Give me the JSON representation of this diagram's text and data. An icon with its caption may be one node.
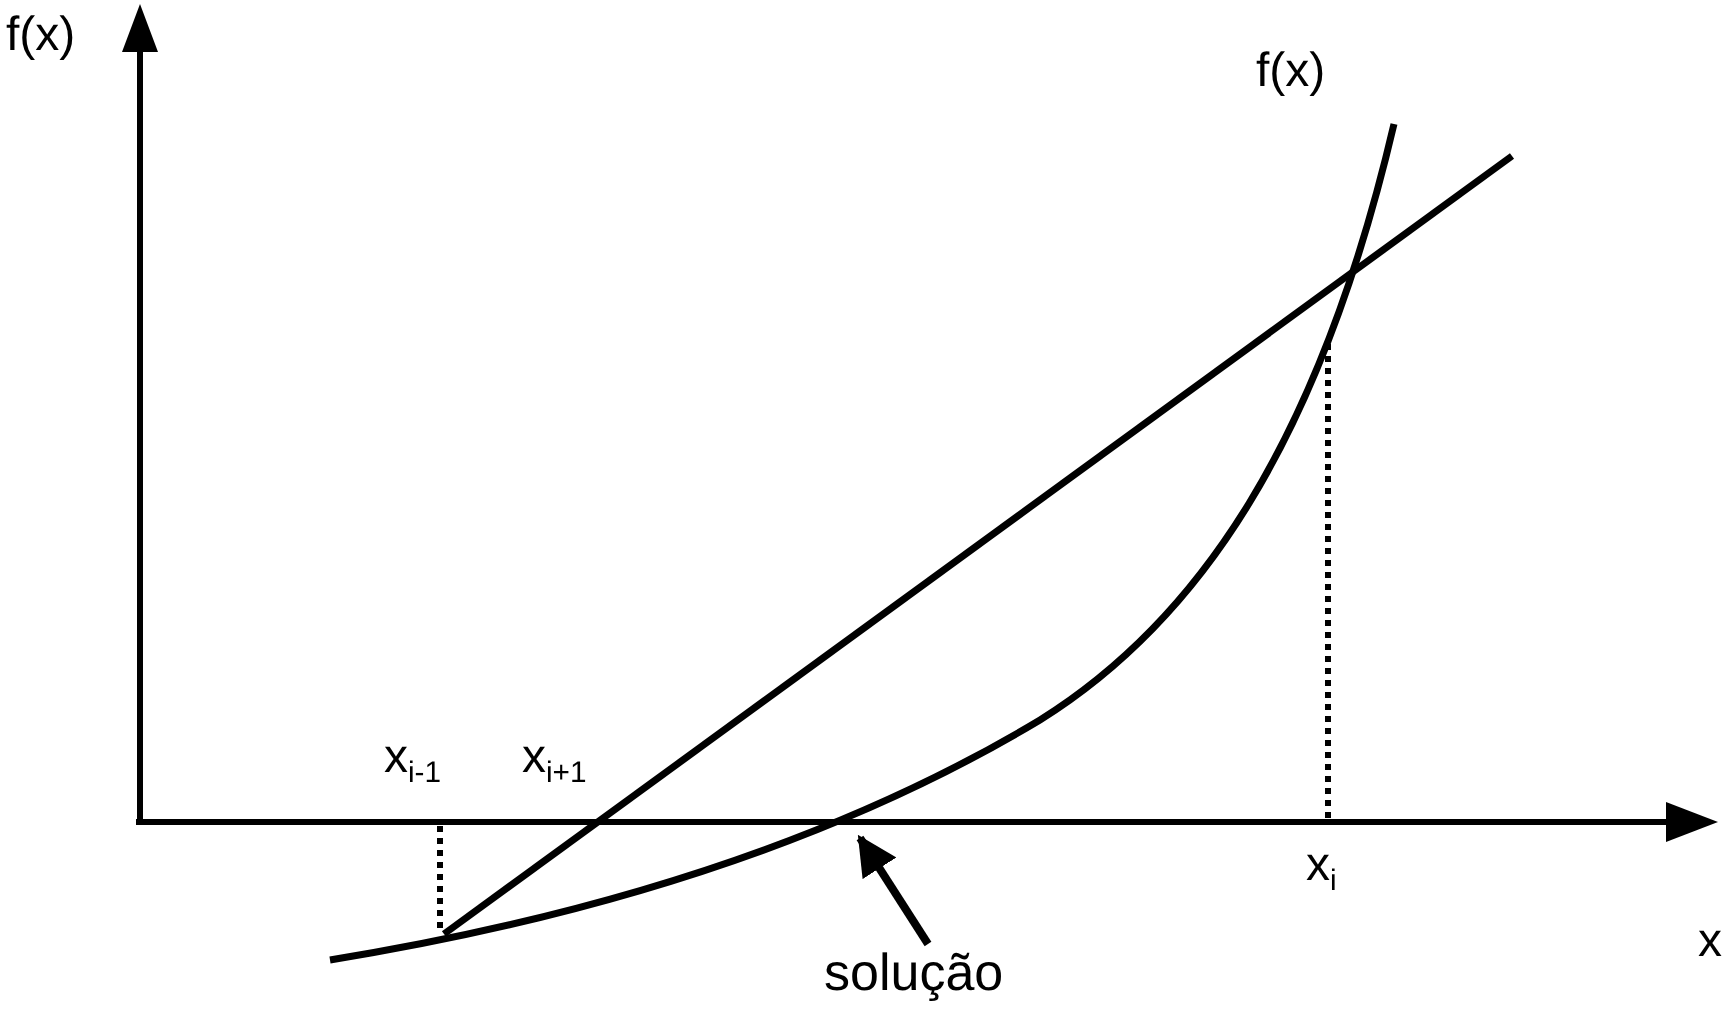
{
  "diagram": {
    "nodes": [
      {
        "text": [
          "solução"
        ]
      },
      {
        "text": [],
        "shape": "curve"
      }
    ],
    "edges": [
      {
        "from": 0,
        "to": 1,
        "arrow": "to"
      }
    ],
    "labels": [
      "f(x)",
      "f(x)",
      "x$_{i-1}$",
      "x$_{i+1}$",
      "x$_{i}$",
      "x"
    ]
  }
}
